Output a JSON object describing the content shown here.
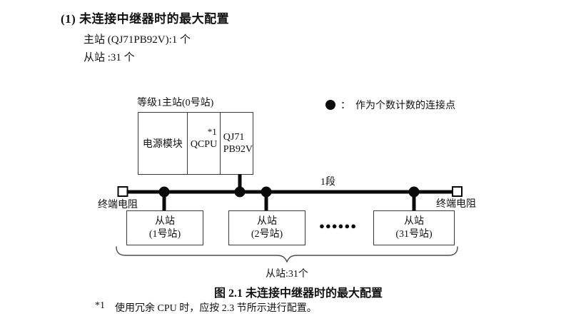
{
  "section": {
    "heading": "(1) 未连接中继器时的最大配置",
    "master_line": "主站 (QJ71PB92V):1 个",
    "slave_line": "从站 :31 个"
  },
  "legend": {
    "icon": "filled-circle",
    "separator": "：",
    "text": "作为个数计数的连接点"
  },
  "diagram": {
    "master_label": "等级1主站(0号站)",
    "master_modules": [
      {
        "label": "电源模块"
      },
      {
        "label": "QCPU",
        "note": "*1"
      },
      {
        "line1": "QJ71",
        "line2": "PB92V"
      }
    ],
    "segment_label": "1段",
    "terminator_left": "终端电阻",
    "terminator_right": "终端电阻",
    "terminator_icon": "open-square",
    "connection_point_icon": "filled-circle",
    "slaves": [
      {
        "line1": "从站",
        "line2": "(1号站)"
      },
      {
        "line1": "从站",
        "line2": "(2号站)"
      },
      {
        "line1": "从站",
        "line2": "(31号站)"
      }
    ],
    "ellipsis": "●●●●●●",
    "brace_label": "从站:31个"
  },
  "caption": "图 2.1 未连接中继器时的最大配置",
  "footnote": {
    "marker": "*1",
    "text": "使用冗余 CPU 时，应按 2.3 节所示进行配置。"
  },
  "colors": {
    "ink": "#111111",
    "line": "#0a0a0a",
    "box_border": "#3a3a3a"
  }
}
